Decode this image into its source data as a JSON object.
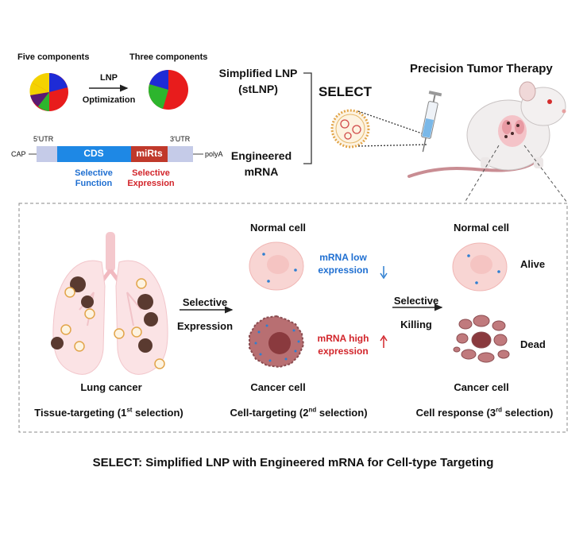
{
  "top": {
    "five_components": "Five components",
    "three_components": "Three components",
    "lnp": "LNP",
    "optimization": "Optimization",
    "five_rt_utr": "5'UTR",
    "three_rt_utr": "3'UTR",
    "cap": "CAP",
    "polya": "polyA",
    "cds": "CDS",
    "mirts": "miRts",
    "selective_function": [
      "Selective",
      "Function"
    ],
    "selective_expression": [
      "Selective",
      "Expression"
    ],
    "simplified_lnp": [
      "Simplified LNP",
      "(stLNP)"
    ],
    "engineered_mrna": [
      "Engineered",
      "mRNA"
    ],
    "select": "SELECT",
    "precision": "Precision Tumor Therapy"
  },
  "panel": {
    "lung_cancer": "Lung cancer",
    "tissue_targeting": "Tissue-targeting (1",
    "tissue_sup": "st",
    "tissue_end": " selection)",
    "selective_expression_arrow": [
      "Selective",
      "Expression"
    ],
    "normal_cell_1": "Normal cell",
    "mrna_low": [
      "mRNA low",
      "expression"
    ],
    "mrna_high": [
      "mRNA high",
      "expression"
    ],
    "cancer_cell_1": "Cancer cell",
    "cell_targeting": "Cell-targeting (2",
    "cell_sup": "nd",
    "cell_end": " selection)",
    "selective_killing_arrow": [
      "Selective",
      "Killing"
    ],
    "normal_cell_2": "Normal cell",
    "alive": "Alive",
    "dead": "Dead",
    "cancer_cell_2": "Cancer cell",
    "cell_response": "Cell response (3",
    "resp_sup": "rd",
    "resp_end": " selection)"
  },
  "caption": "SELECT: Simplified LNP with Engineered mRNA for Cell-type Targeting",
  "colors": {
    "blue_text": "#1f6fd1",
    "red_text": "#d2252b",
    "cds_blue": "#1e88e5",
    "mirts_red": "#c0392b",
    "utr_lav": "#c5cbe8",
    "pie_yellow": "#f4d200",
    "pie_blue": "#1e2bd6",
    "pie_purple": "#5a1a73",
    "pie_green": "#2db52d",
    "pie_red": "#e81c1c",
    "cell_pink": "#f8d5d3",
    "tumor_brown": "#5a3a30"
  }
}
